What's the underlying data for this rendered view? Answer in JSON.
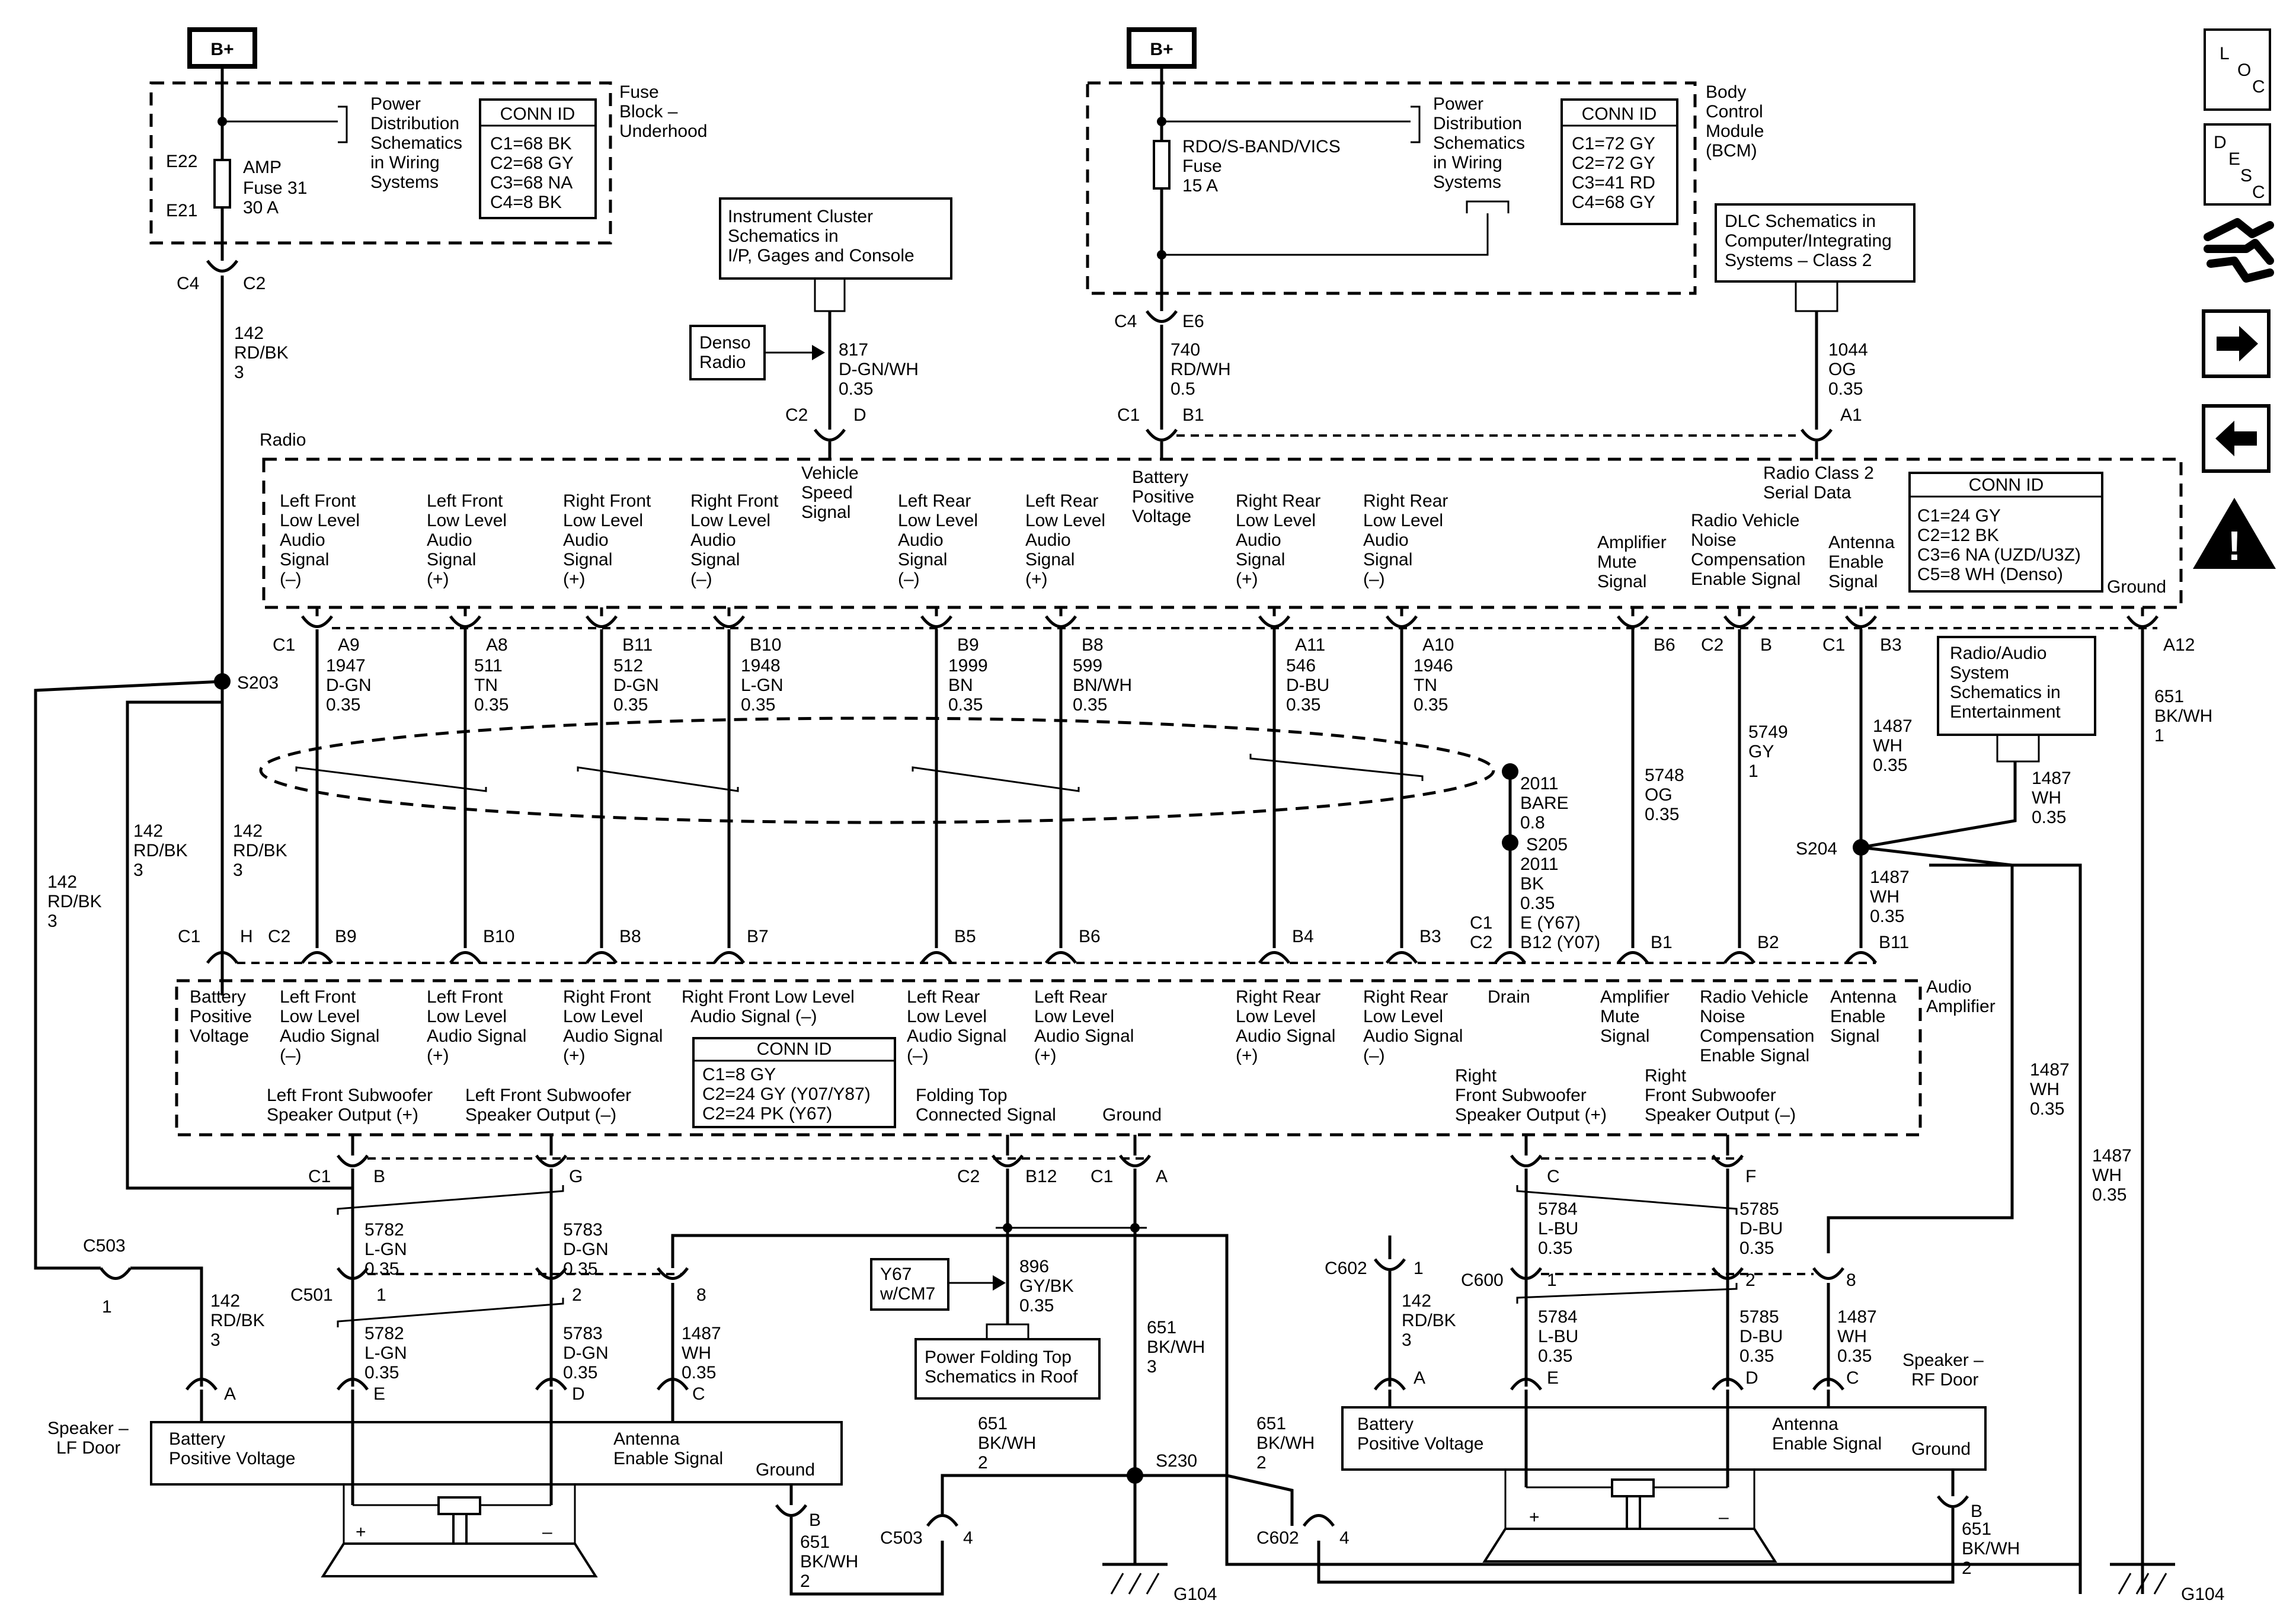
{
  "power": {
    "bplus": "B+"
  },
  "fuse_block": {
    "title": [
      "Fuse",
      "Block –",
      "Underhood"
    ],
    "fuse_label": [
      "AMP",
      "Fuse 31",
      "30 A"
    ],
    "pins": [
      "E22",
      "E21"
    ],
    "ref": [
      "Power",
      "Distribution",
      "Schematics",
      "in Wiring",
      "Systems"
    ],
    "conn_id": {
      "title": "CONN ID",
      "lines": [
        "C1=68 BK",
        "C2=68 GY",
        "C3=68 NA",
        "C4=8 BK"
      ]
    }
  },
  "bcm": {
    "title": [
      "Body",
      "Control",
      "Module",
      "(BCM)"
    ],
    "fuse_label": [
      "RDO/S-BAND/VICS",
      "Fuse",
      "15 A"
    ],
    "ref": [
      "Power",
      "Distribution",
      "Schematics",
      "in Wiring",
      "Systems"
    ],
    "conn_id": {
      "title": "CONN ID",
      "lines": [
        "C1=72 GY",
        "C2=72 GY",
        "C3=41 RD",
        "C4=68 GY"
      ]
    }
  },
  "refs": {
    "instrument": [
      "Instrument Cluster",
      "Schematics in",
      "I/P, Gages and Console"
    ],
    "denso": [
      "Denso",
      "Radio"
    ],
    "dlc": [
      "DLC Schematics in",
      "Computer/Integrating",
      "Systems – Class 2"
    ],
    "radio_audio": [
      "Radio/Audio",
      "System",
      "Schematics in",
      "Entertainment"
    ],
    "y67": [
      "Y67",
      "w/CM7"
    ],
    "folding": [
      "Power Folding Top",
      "Schematics in Roof"
    ]
  },
  "top_connectors": {
    "c4c2": [
      "C4",
      "C2"
    ],
    "c2d": [
      "C2",
      "D"
    ],
    "c4e6": [
      "C4",
      "E6"
    ],
    "c1b1": [
      "C1",
      "B1"
    ],
    "a1": "A1"
  },
  "top_wires": {
    "w142": [
      "142",
      "RD/BK",
      "3"
    ],
    "w817": [
      "817",
      "D-GN/WH",
      "0.35"
    ],
    "w740": [
      "740",
      "RD/WH",
      "0.5"
    ],
    "w1044": [
      "1044",
      "OG",
      "0.35"
    ]
  },
  "radio": {
    "title": "Radio",
    "signals": [
      [
        "Left Front",
        "Low Level",
        "Audio",
        "Signal",
        "(–)"
      ],
      [
        "Left Front",
        "Low Level",
        "Audio",
        "Signal",
        "(+)"
      ],
      [
        "Right Front",
        "Low Level",
        "Audio",
        "Signal",
        "(+)"
      ],
      [
        "Right Front",
        "Low Level",
        "Audio",
        "Signal",
        "(–)"
      ],
      [
        "Vehicle",
        "Speed",
        "Signal"
      ],
      [
        "Left Rear",
        "Low Level",
        "Audio",
        "Signal",
        "(–)"
      ],
      [
        "Left Rear",
        "Low Level",
        "Audio",
        "Signal",
        "(+)"
      ],
      [
        "Battery",
        "Positive",
        "Voltage"
      ],
      [
        "Right Rear",
        "Low Level",
        "Audio",
        "Signal",
        "(+)"
      ],
      [
        "Right Rear",
        "Low Level",
        "Audio",
        "Signal",
        "(–)"
      ],
      [
        "Amplifier",
        "Mute",
        "Signal"
      ],
      [
        "Radio Vehicle",
        "Noise",
        "Compensation",
        "Enable Signal"
      ],
      [
        "Radio Class 2",
        "Serial Data"
      ],
      [
        "Antenna",
        "Enable",
        "Signal"
      ],
      [
        "Ground"
      ]
    ],
    "conn_id": {
      "title": "CONN ID",
      "lines": [
        "C1=24 GY",
        "C2=12 BK",
        "C3=6 NA (UZD/U3Z)",
        "C5=8 WH (Denso)"
      ]
    }
  },
  "radio_pins": [
    [
      "C1",
      "A9"
    ],
    [
      "A8"
    ],
    [
      "B11"
    ],
    [
      "B10"
    ],
    [
      "B9"
    ],
    [
      "B8"
    ],
    [
      "A11"
    ],
    [
      "A10"
    ],
    [
      "B6"
    ],
    [
      "C2",
      "B"
    ],
    [
      "C1",
      "B3"
    ],
    [
      "A12"
    ]
  ],
  "mid_wires": [
    [
      "1947",
      "D-GN",
      "0.35"
    ],
    [
      "511",
      "TN",
      "0.35"
    ],
    [
      "512",
      "D-GN",
      "0.35"
    ],
    [
      "1948",
      "L-GN",
      "0.35"
    ],
    [
      "1999",
      "BN",
      "0.35"
    ],
    [
      "599",
      "BN/WH",
      "0.35"
    ],
    [
      "546",
      "D-BU",
      "0.35"
    ],
    [
      "1946",
      "TN",
      "0.35"
    ],
    [
      "5748",
      "OG",
      "0.35"
    ],
    [
      "5749",
      "GY",
      "1"
    ],
    [
      "1487",
      "WH",
      "0.35"
    ],
    [
      "651",
      "BK/WH",
      "1"
    ]
  ],
  "splices": {
    "s203": "S203",
    "s205": "S205",
    "s204": "S204",
    "s230": "S230",
    "drain_wire": [
      "2011",
      "BARE",
      "0.8"
    ],
    "drain_wire2": [
      "2011",
      "BK",
      "0.35",
      "E (Y67)",
      "B12 (Y07)"
    ],
    "w142a": [
      "142",
      "RD/BK",
      "3"
    ],
    "w142b": [
      "142",
      "RD/BK",
      "3"
    ],
    "w142c": [
      "142",
      "RD/BK",
      "3"
    ],
    "w1487a": [
      "1487",
      "WH",
      "0.35"
    ],
    "w1487b": [
      "1487",
      "WH",
      "0.35"
    ],
    "w1487c": [
      "1487",
      "WH",
      "0.35"
    ],
    "w1487d": [
      "1487",
      "WH",
      "0.35"
    ]
  },
  "amp_pins": [
    [
      "C1",
      "H"
    ],
    [
      "C2",
      "B9"
    ],
    [
      "B10"
    ],
    [
      "B8"
    ],
    [
      "B7"
    ],
    [
      "B5"
    ],
    [
      "B6"
    ],
    [
      "B4"
    ],
    [
      "B3"
    ],
    [
      "C1",
      "C2"
    ],
    [
      "B1"
    ],
    [
      "B2"
    ],
    [
      "B11"
    ]
  ],
  "amplifier": {
    "title": [
      "Audio",
      "Amplifier"
    ],
    "signals": [
      [
        "Battery",
        "Positive",
        "Voltage"
      ],
      [
        "Left Front",
        "Low Level",
        "Audio Signal",
        "(–)"
      ],
      [
        "Left Front",
        "Low Level",
        "Audio Signal",
        "(+)"
      ],
      [
        "Right Front",
        "Low Level",
        "Audio Signal",
        "(+)"
      ],
      [
        "Right Front Low Level",
        "Audio Signal (–)"
      ],
      [
        "Left Rear",
        "Low Level",
        "Audio Signal",
        "(–)"
      ],
      [
        "Left Rear",
        "Low Level",
        "Audio Signal",
        "(+)"
      ],
      [
        "Right Rear",
        "Low Level",
        "Audio Signal",
        "(+)"
      ],
      [
        "Right Rear",
        "Low Level",
        "Audio Signal",
        "(–)"
      ],
      [
        "Drain"
      ],
      [
        "Amplifier",
        "Mute",
        "Signal"
      ],
      [
        "Radio Vehicle",
        "Noise",
        "Compensation",
        "Enable Signal"
      ],
      [
        "Antenna",
        "Enable",
        "Signal"
      ]
    ],
    "outputs": [
      [
        "Left Front Subwoofer",
        "Speaker Output (+)"
      ],
      [
        "Left Front Subwoofer",
        "Speaker Output (–)"
      ],
      [
        "Folding Top",
        "Connected Signal"
      ],
      [
        "Ground"
      ],
      [
        "Right",
        "Front Subwoofer",
        "Speaker Output (+)"
      ],
      [
        "Right",
        "Front Subwoofer",
        "Speaker Output (–)"
      ]
    ],
    "conn_id": {
      "title": "CONN ID",
      "lines": [
        "C1=8 GY",
        "C2=24 GY (Y07/Y87)",
        "C2=24 PK (Y67)"
      ]
    }
  },
  "bottom": {
    "c1b": [
      "C1",
      "B"
    ],
    "g": "G",
    "c2b12": [
      "C2",
      "B12"
    ],
    "c1a": [
      "C1",
      "A"
    ],
    "c": "C",
    "f": "F",
    "w5782": [
      "5782",
      "L-GN",
      "0.35"
    ],
    "w5783": [
      "5783",
      "D-GN",
      "0.35"
    ],
    "w5784": [
      "5784",
      "L-BU",
      "0.35"
    ],
    "w5785": [
      "5785",
      "D-BU",
      "0.35"
    ],
    "w896": [
      "896",
      "GY/BK",
      "0.35"
    ],
    "w651a": [
      "651",
      "BK/WH",
      "3"
    ],
    "w651b": [
      "651",
      "BK/WH",
      "2"
    ],
    "w651c": [
      "651",
      "BK/WH",
      "2"
    ],
    "w651d": [
      "651",
      "BK/WH",
      "2"
    ],
    "w651e": [
      "651",
      "BK/WH",
      "2"
    ],
    "c503": "C503",
    "c501": "C501",
    "c602": "C602",
    "c600": "C600",
    "g104": "G104",
    "pin1": "1",
    "pin2": "2",
    "pin4": "4",
    "pin8": "8",
    "pinA": "A",
    "pinB": "B",
    "pinC": "C",
    "pinD": "D",
    "pinE": "E"
  },
  "speakers": {
    "lf": {
      "title": [
        "Speaker –",
        "LF Door"
      ],
      "bat": [
        "Battery",
        "Positive Voltage"
      ],
      "ant": [
        "Antenna",
        "Enable Signal"
      ],
      "gnd": "Ground"
    },
    "rf": {
      "title": [
        "Speaker –",
        "RF Door"
      ],
      "bat": [
        "Battery",
        "Positive Voltage"
      ],
      "ant": [
        "Antenna",
        "Enable Signal"
      ],
      "gnd": "Ground"
    },
    "plus": "+",
    "minus": "–"
  },
  "nav_icons": [
    {
      "name": "loc-icon",
      "letters": [
        "L",
        "O",
        "C"
      ]
    },
    {
      "name": "desc-icon",
      "letters": [
        "D",
        "E",
        "S",
        "C"
      ]
    },
    {
      "name": "connector-icon"
    },
    {
      "name": "next-arrow-icon"
    },
    {
      "name": "prev-arrow-icon"
    },
    {
      "name": "warning-icon",
      "glyph": "!"
    }
  ]
}
